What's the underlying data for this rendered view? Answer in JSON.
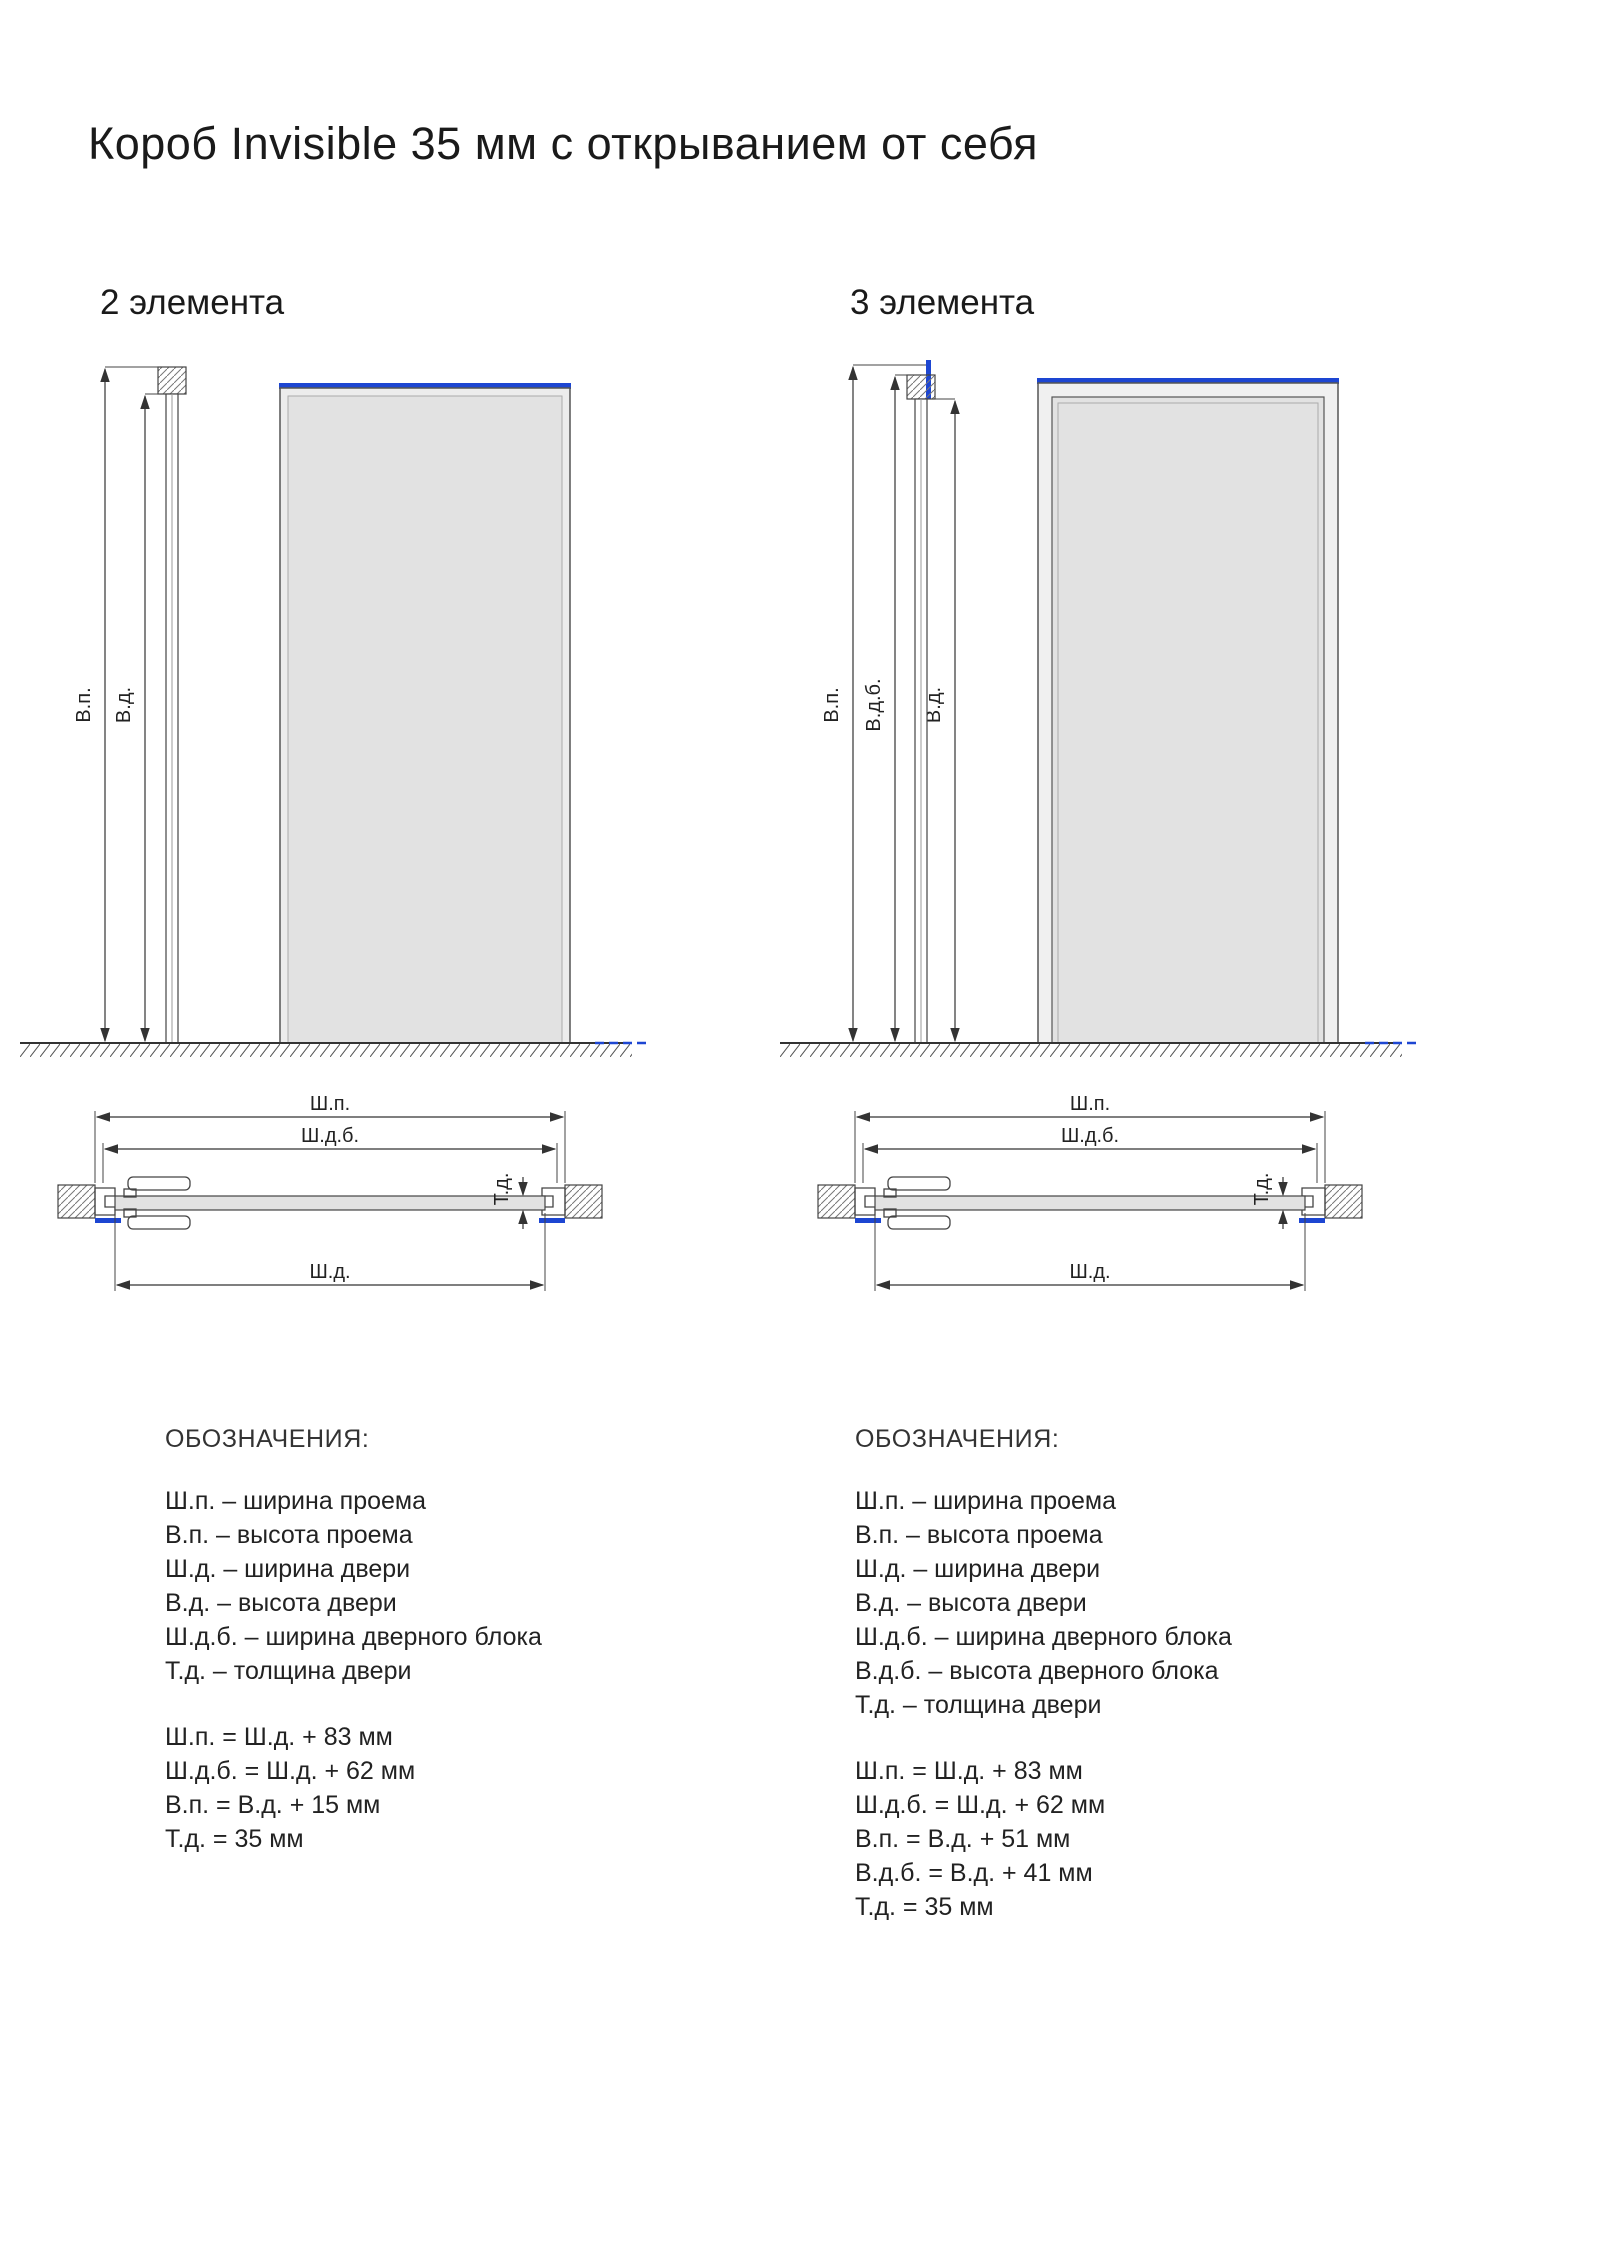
{
  "page": {
    "title": "Короб Invisible 35 мм с открыванием от себя"
  },
  "colors": {
    "accent_blue": "#1d46d2",
    "door_panel_gray": "#e3e3e3",
    "line_color": "#3a3a3a"
  },
  "sections": [
    {
      "heading": "2 элемента",
      "elevation_labels": {
        "vp": "В.п.",
        "vd": "В.д."
      },
      "plan_labels": {
        "shp": "Ш.п.",
        "shdb": "Ш.д.б.",
        "td": "Т.д.",
        "shd": "Ш.д."
      },
      "legend": {
        "title": "ОБОЗНАЧЕНИЯ:",
        "definitions": [
          "Ш.п. – ширина проема",
          "В.п. – высота проема",
          "Ш.д. – ширина двери",
          "В.д. – высота двери",
          "Ш.д.б. – ширина дверного блока",
          "Т.д. – толщина двери"
        ],
        "formulas": [
          "Ш.п. = Ш.д. + 83 мм",
          "Ш.д.б. = Ш.д. + 62 мм",
          "В.п. = В.д. + 15 мм",
          "Т.д. = 35 мм"
        ]
      }
    },
    {
      "heading": "3 элемента",
      "elevation_labels": {
        "vp": "В.п.",
        "vdb": "В.д.б.",
        "vd": "В.д."
      },
      "plan_labels": {
        "shp": "Ш.п.",
        "shdb": "Ш.д.б.",
        "td": "Т.д.",
        "shd": "Ш.д."
      },
      "legend": {
        "title": "ОБОЗНАЧЕНИЯ:",
        "definitions": [
          "Ш.п. – ширина проема",
          "В.п. – высота проема",
          "Ш.д. – ширина двери",
          "В.д. – высота двери",
          "Ш.д.б. – ширина дверного блока",
          "В.д.б. – высота дверного блока",
          "Т.д. – толщина двери"
        ],
        "formulas": [
          "Ш.п. = Ш.д. + 83 мм",
          "Ш.д.б. = Ш.д. + 62 мм",
          "В.п. = В.д. + 51 мм",
          "В.д.б. = В.д. + 41 мм",
          "Т.д. = 35 мм"
        ]
      }
    }
  ]
}
